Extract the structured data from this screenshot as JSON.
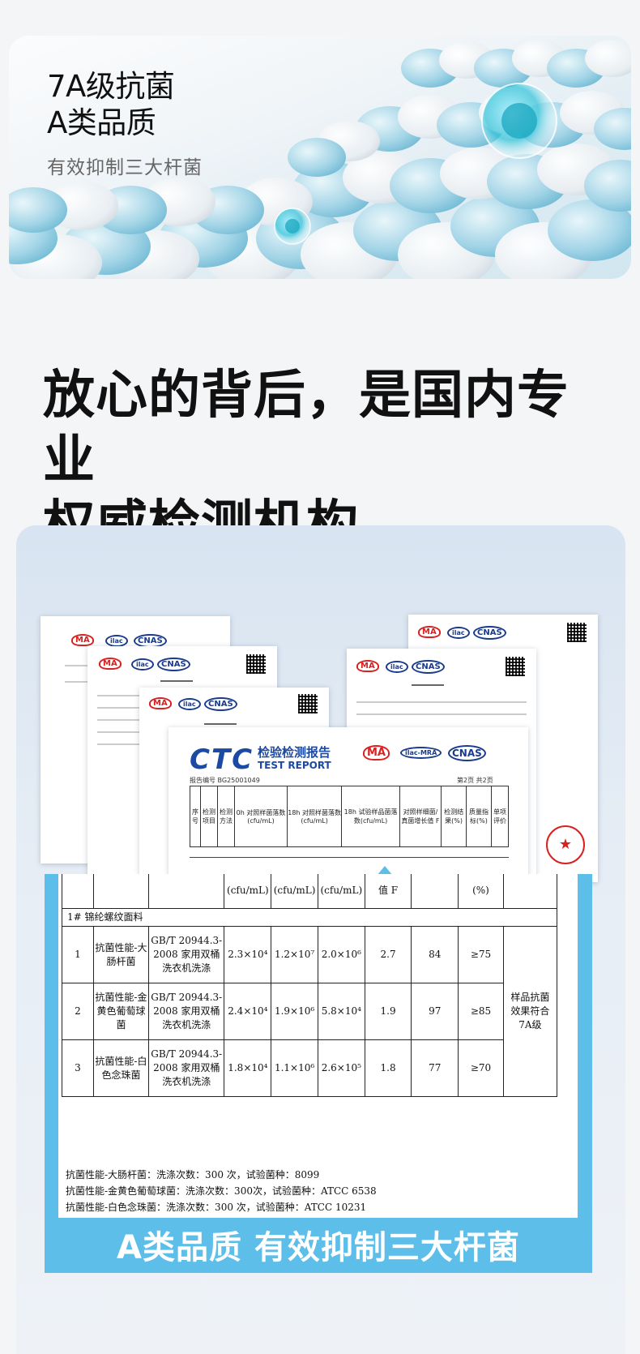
{
  "hero": {
    "title_line1": "7A级抗菌",
    "title_line2": "A类品质",
    "subtitle": "有效抑制三大杆菌"
  },
  "headline": {
    "line1": "放心的背后，是国内专业",
    "line2": "权威检测机构。"
  },
  "report": {
    "logo_text": "CTC",
    "title_cn": "检验检测报告",
    "title_en": "TEST REPORT",
    "report_no": "报告编号  BG25001049",
    "page": "第2页  共2页",
    "headers": [
      "序号",
      "检测项目",
      "检测方法",
      "0h 对照样菌落数(cfu/mL)",
      "18h 对照样菌落数(cfu/mL)",
      "18h 试验样品菌落数(cfu/mL)",
      "对照样细菌/真菌增长值 F",
      "检测结果(%)",
      "质量指标(%)",
      "单项评价"
    ],
    "mark_ma": "MA",
    "mark_ilac": "ilac-MRA",
    "mark_cnas": "CNAS"
  },
  "zoom": {
    "units": [
      "(cfu/mL)",
      "(cfu/mL)",
      "(cfu/mL)",
      "值 F",
      "(%)"
    ],
    "section": "1#   锦纶螺纹面料",
    "rows": [
      {
        "no": "1",
        "item": "抗菌性能-大肠杆菌",
        "method": "GB/T 20944.3-2008 家用双桶洗衣机洗涤",
        "c0": "2.3×10⁴",
        "c18": "1.2×10⁷",
        "t18": "2.0×10⁶",
        "f": "2.7",
        "result": "84",
        "index": "≥75"
      },
      {
        "no": "2",
        "item": "抗菌性能-金黄色葡萄球菌",
        "method": "GB/T 20944.3-2008 家用双桶洗衣机洗涤",
        "c0": "2.4×10⁴",
        "c18": "1.9×10⁶",
        "t18": "5.8×10⁴",
        "f": "1.9",
        "result": "97",
        "index": "≥85"
      },
      {
        "no": "3",
        "item": "抗菌性能-白色念珠菌",
        "method": "GB/T 20944.3-2008 家用双桶洗衣机洗涤",
        "c0": "1.8×10⁴",
        "c18": "1.1×10⁶",
        "t18": "2.6×10⁵",
        "f": "1.8",
        "result": "77",
        "index": "≥70"
      }
    ],
    "verdict": "样品抗菌效果符合7A级",
    "notes": [
      "抗菌性能-大肠杆菌：洗涤次数：300  次，试验菌种：8099",
      "抗菌性能-金黄色葡萄球菌：洗涤次数：300次，试验菌种：ATCC 6538",
      "抗菌性能-白色念珠菌：洗涤次数：300 次，试验菌种：ATCC 10231"
    ]
  },
  "banner": "A类品质 有效抑制三大杆菌"
}
